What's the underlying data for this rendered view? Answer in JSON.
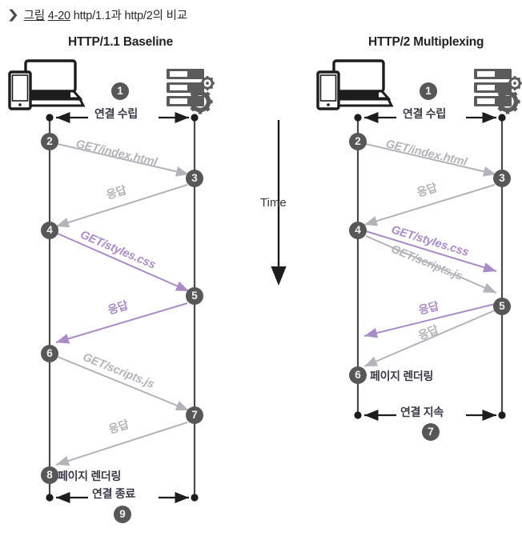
{
  "caption": {
    "marker": "❯",
    "prefix": "그림",
    "number": "4-20",
    "text": "http/1.1과 http/2의 비교"
  },
  "time_axis": {
    "label": "Time"
  },
  "colors": {
    "purple": "#a98cc6",
    "gray": "#b3b3ba",
    "dark": "#575757",
    "lifeline": "#4a4a4a",
    "text": "#3c3a46"
  },
  "diagrams": [
    {
      "id": "http11",
      "title": "HTTP/1.1 Baseline",
      "client_icon": "laptop-phone-icon",
      "server_icon": "server-rack-gear-icon",
      "steps": [
        {
          "n": "1",
          "label": "연결 수립",
          "kind": "connect"
        },
        {
          "n": "2",
          "label": "",
          "kind": "node"
        },
        {
          "n": "3",
          "label": "",
          "kind": "node"
        },
        {
          "n": "4",
          "label": "",
          "kind": "node"
        },
        {
          "n": "5",
          "label": "",
          "kind": "node"
        },
        {
          "n": "6",
          "label": "",
          "kind": "node"
        },
        {
          "n": "7",
          "label": "",
          "kind": "node"
        },
        {
          "n": "8",
          "label": "페이지 렌더링",
          "kind": "node"
        },
        {
          "n": "9",
          "label": "연결 종료",
          "kind": "close"
        }
      ],
      "messages": [
        {
          "text": "GET/index.html",
          "color": "gray",
          "dir": "request"
        },
        {
          "text": "응답",
          "color": "gray",
          "dir": "response"
        },
        {
          "text": "GET/styles.css",
          "color": "purple",
          "dir": "request"
        },
        {
          "text": "응답",
          "color": "purple",
          "dir": "response"
        },
        {
          "text": "GET/scripts.js",
          "color": "gray",
          "dir": "request"
        },
        {
          "text": "응답",
          "color": "gray",
          "dir": "response"
        }
      ]
    },
    {
      "id": "http2",
      "title": "HTTP/2 Multiplexing",
      "client_icon": "laptop-phone-icon",
      "server_icon": "server-rack-gear-icon",
      "steps": [
        {
          "n": "1",
          "label": "연결 수립",
          "kind": "connect"
        },
        {
          "n": "2",
          "label": "",
          "kind": "node"
        },
        {
          "n": "3",
          "label": "",
          "kind": "node"
        },
        {
          "n": "4",
          "label": "",
          "kind": "node"
        },
        {
          "n": "5",
          "label": "",
          "kind": "node"
        },
        {
          "n": "6",
          "label": "페이지 렌더링",
          "kind": "node"
        },
        {
          "n": "7",
          "label": "연결 지속",
          "kind": "persist"
        }
      ],
      "messages": [
        {
          "text": "GET/index.html",
          "color": "gray",
          "dir": "request"
        },
        {
          "text": "응답",
          "color": "gray",
          "dir": "response"
        },
        {
          "text": "GET/styles.css",
          "color": "purple",
          "dir": "request"
        },
        {
          "text": "GET/scripts.js",
          "color": "gray",
          "dir": "request"
        },
        {
          "text": "응답",
          "color": "purple",
          "dir": "response"
        },
        {
          "text": "응답",
          "color": "gray",
          "dir": "response"
        }
      ]
    }
  ]
}
